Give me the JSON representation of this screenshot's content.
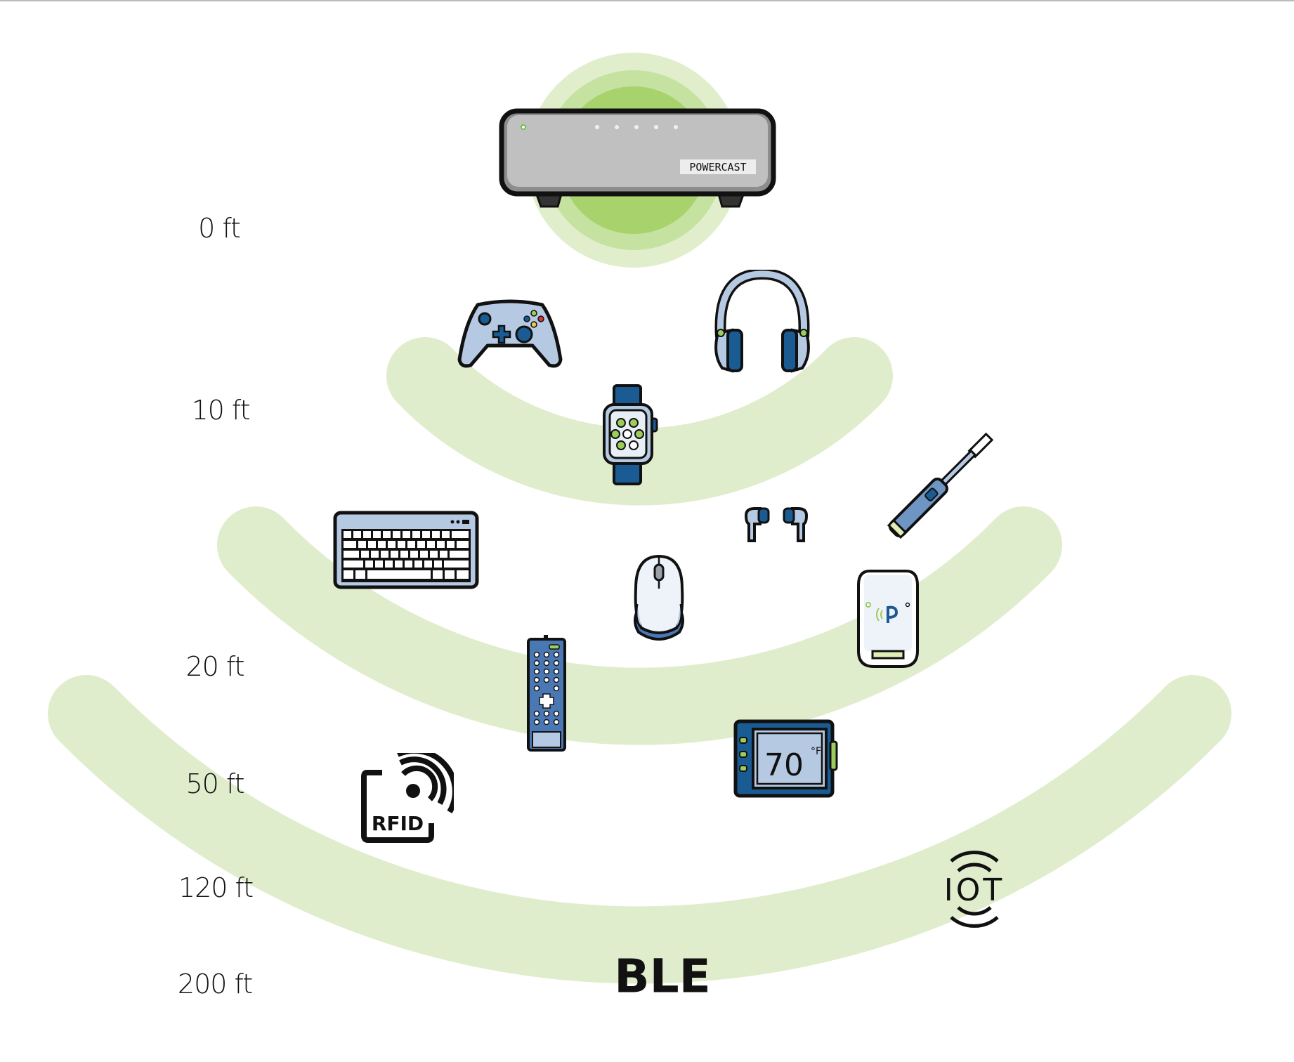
{
  "distance_labels": [
    "0 ft",
    "10 ft",
    "20 ft",
    "50 ft",
    "120 ft",
    "200 ft"
  ],
  "transmitter": {
    "brand": "POWERCAST"
  },
  "devices": {
    "rfid_label": "RFID",
    "thermostat_reading": "70",
    "thermostat_unit": "°F",
    "iot_label": "IOT",
    "ble_label": "BLE"
  },
  "colors": {
    "arc_band": "#e0edcc",
    "glow_outer": "#e0eecc",
    "glow_mid": "#c5e2a0",
    "glow_inner": "#a7d26c",
    "device_blue": "#1b5b94",
    "device_light_blue": "#b6c9e2",
    "accent_green": "#9ccc5a",
    "outline": "#111111"
  }
}
